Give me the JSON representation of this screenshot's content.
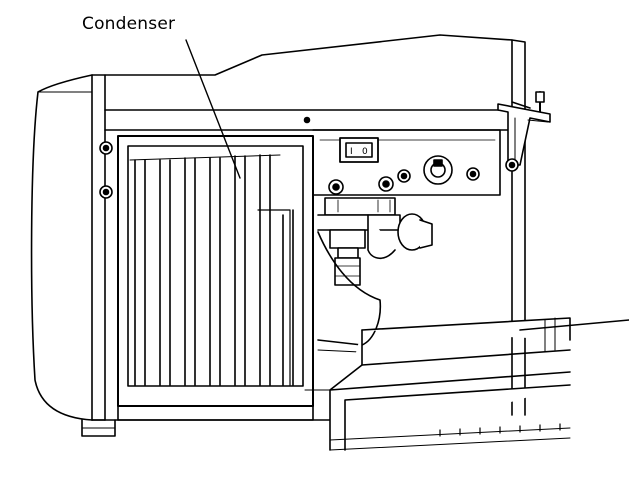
{
  "callouts": [
    {
      "label": "Condenser"
    }
  ],
  "rocker_switch": {
    "left_mark": "I",
    "right_mark": "0"
  }
}
